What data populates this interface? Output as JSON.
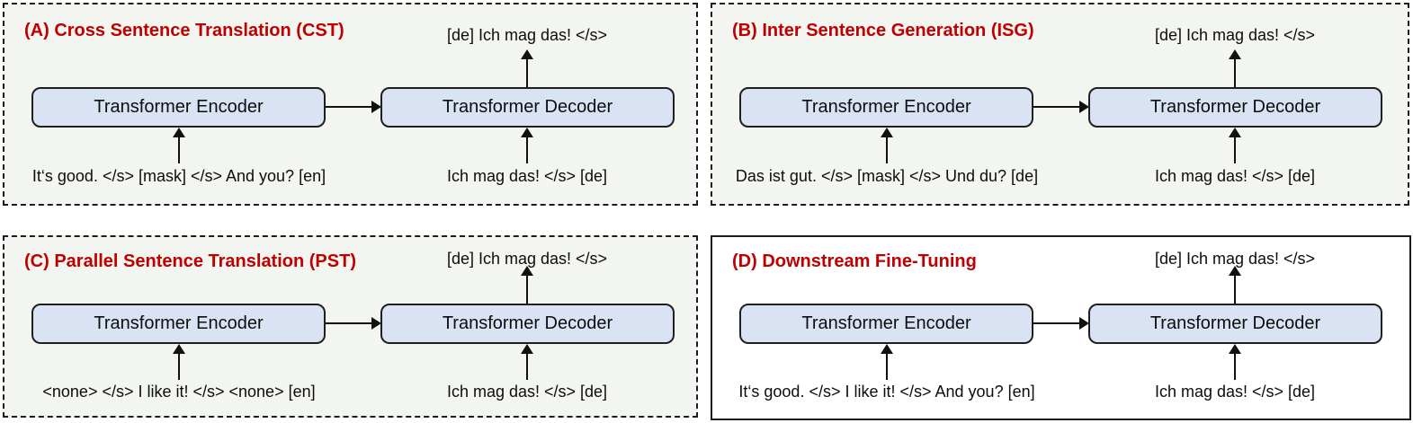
{
  "colors": {
    "accent_red": "#C00000",
    "box_fill": "#DAE3F3",
    "box_border": "#1F1F1F",
    "panel_border": "#1C1C1C",
    "panel_bg_pretrain": "#F3F5F0",
    "panel_bg_finetune": "#FFFFFF"
  },
  "panels": [
    {
      "title": "(A) Cross Sentence Translation (CST)",
      "encoder_label": "Transformer Encoder",
      "decoder_label": "Transformer Decoder",
      "encoder_input": "It‘s good. </s> [mask] </s> And you? [en]",
      "decoder_input": "Ich mag das! </s> [de]",
      "decoder_output": "[de] Ich mag das! </s>"
    },
    {
      "title": "(B) Inter Sentence Generation (ISG)",
      "encoder_label": "Transformer Encoder",
      "decoder_label": "Transformer Decoder",
      "encoder_input": "Das ist gut. </s> [mask] </s> Und du? [de]",
      "decoder_input": "Ich mag das! </s> [de]",
      "decoder_output": "[de] Ich mag das! </s>"
    },
    {
      "title": "(C) Parallel Sentence Translation (PST)",
      "encoder_label": "Transformer Encoder",
      "decoder_label": "Transformer Decoder",
      "encoder_input": "<none> </s> I like it! </s> <none> [en]",
      "decoder_input": "Ich mag das! </s> [de]",
      "decoder_output": "[de] Ich mag das! </s>"
    },
    {
      "title": "(D) Downstream Fine-Tuning",
      "encoder_label": "Transformer Encoder",
      "decoder_label": "Transformer Decoder",
      "encoder_input": "It‘s good. </s> I like it! </s> And you? [en]",
      "decoder_input": "Ich mag das! </s> [de]",
      "decoder_output": "[de] Ich mag das! </s>"
    }
  ]
}
